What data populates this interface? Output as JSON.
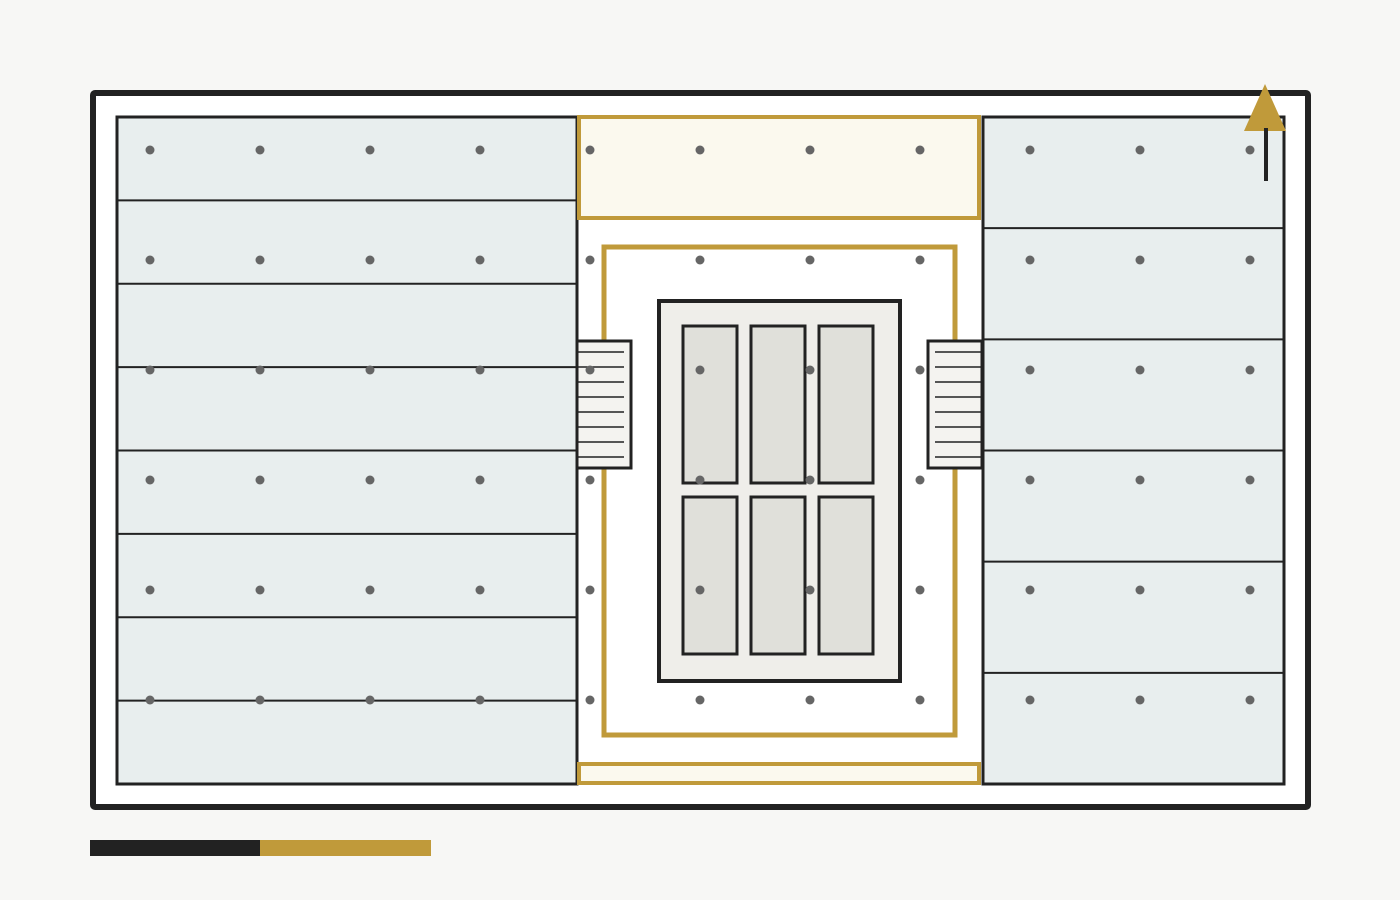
{
  "plan": {
    "colors": {
      "background": "#f7f7f5",
      "wall": "#222222",
      "interior": "#ffffff",
      "side_zone_fill": "#e8eeee",
      "accent": "#c09a3a",
      "accent_fill_light": "#fbf9ee",
      "stair_fill": "#f4f3f0",
      "core_fill": "#efeeea",
      "core_room_fill": "#e0e0da",
      "grid_dot": "#666666"
    },
    "column_grid": {
      "columns": 11,
      "rows": 6
    },
    "left_wing": {
      "bays": 8
    },
    "right_wing": {
      "bays": 6
    },
    "central_core": {
      "rooms_per_row": 3,
      "rows": 2
    },
    "stairs": {
      "count": 2,
      "treads_each": 8
    },
    "north_arrow": {
      "icon": "north-arrow-icon"
    },
    "scale_bar": {
      "segments": 2,
      "segment_colors": [
        "#222222",
        "#c09a3a"
      ]
    }
  }
}
